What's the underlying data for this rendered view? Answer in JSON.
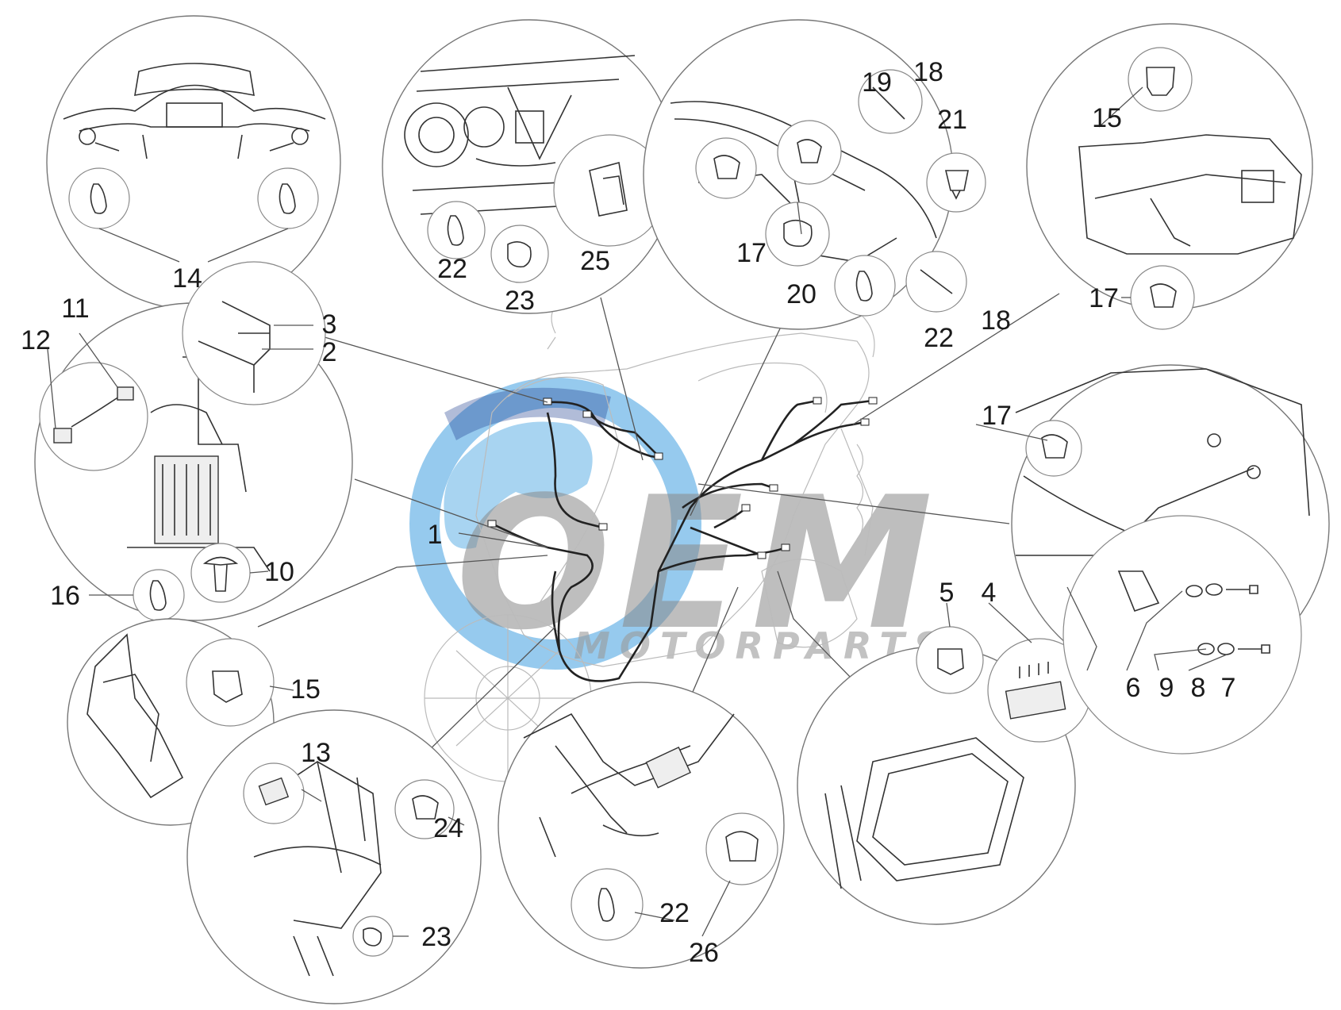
{
  "watermark": {
    "brand": "OEM",
    "tagline": "MOTORPARTS",
    "colors": {
      "blue": "#3f9fe0",
      "gray": "#8a8a8a",
      "navy": "#1f3f8f"
    }
  },
  "callouts": {
    "c1": "1",
    "c2": "2",
    "c3": "3",
    "c4": "4",
    "c5": "5",
    "c6": "6",
    "c7": "7",
    "c8": "8",
    "c9": "9",
    "c10": "10",
    "c11": "11",
    "c12": "12",
    "c13": "13",
    "c14": "14",
    "c15a": "15",
    "c15b": "15",
    "c16": "16",
    "c17a": "17",
    "c17b": "17",
    "c17c": "17",
    "c18a": "18",
    "c18b": "18",
    "c19": "19",
    "c20": "20",
    "c21": "21",
    "c22a": "22",
    "c22b": "22",
    "c22c": "22",
    "c23a": "23",
    "c23b": "23",
    "c24": "24",
    "c25": "25",
    "c26": "26"
  }
}
